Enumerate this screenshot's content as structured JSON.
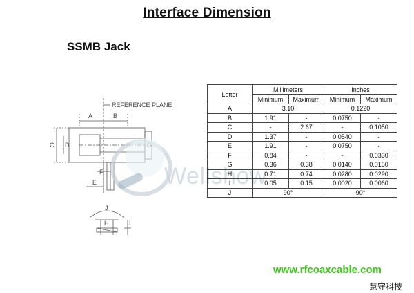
{
  "page": {
    "title": "Interface Dimension",
    "subtitle": "SSMB Jack"
  },
  "drawing": {
    "reference_label": "REFERENCE PLANE",
    "labels": [
      "A",
      "B",
      "C",
      "D",
      "G",
      "E",
      "F",
      "H",
      "I",
      "J"
    ]
  },
  "watermark": "Wellshow",
  "table": {
    "header_letter": "Letter",
    "groups": [
      "Millimeters",
      "Inches"
    ],
    "subheaders": [
      "Minimum",
      "Maximum",
      "Minimum",
      "Maximum"
    ],
    "rows": [
      {
        "letter": "A",
        "mm_min": "3.10",
        "mm_max": "",
        "in_min": "0.1220",
        "in_max": "",
        "merged": true
      },
      {
        "letter": "B",
        "mm_min": "1.91",
        "mm_max": "-",
        "in_min": "0.0750",
        "in_max": "-"
      },
      {
        "letter": "C",
        "mm_min": "-",
        "mm_max": "2.67",
        "in_min": "-",
        "in_max": "0.1050"
      },
      {
        "letter": "D",
        "mm_min": "1.37",
        "mm_max": "-",
        "in_min": "0.0540",
        "in_max": "-"
      },
      {
        "letter": "E",
        "mm_min": "1.91",
        "mm_max": "-",
        "in_min": "0.0750",
        "in_max": "-"
      },
      {
        "letter": "F",
        "mm_min": "0.84",
        "mm_max": "-",
        "in_min": "-",
        "in_max": "0.0330"
      },
      {
        "letter": "G",
        "mm_min": "0.36",
        "mm_max": "0.38",
        "in_min": "0.0140",
        "in_max": "0.0150"
      },
      {
        "letter": "H",
        "mm_min": "0.71",
        "mm_max": "0.74",
        "in_min": "0.0280",
        "in_max": "0.0290"
      },
      {
        "letter": "I",
        "mm_min": "0.05",
        "mm_max": "0.15",
        "in_min": "0.0020",
        "in_max": "0.0060"
      },
      {
        "letter": "J",
        "mm_min": "90°",
        "mm_max": "",
        "in_min": "90°",
        "in_max": "",
        "merged": true
      }
    ]
  },
  "footer": {
    "url": "www.rfcoaxcable.com",
    "brand": "慧守科技"
  }
}
